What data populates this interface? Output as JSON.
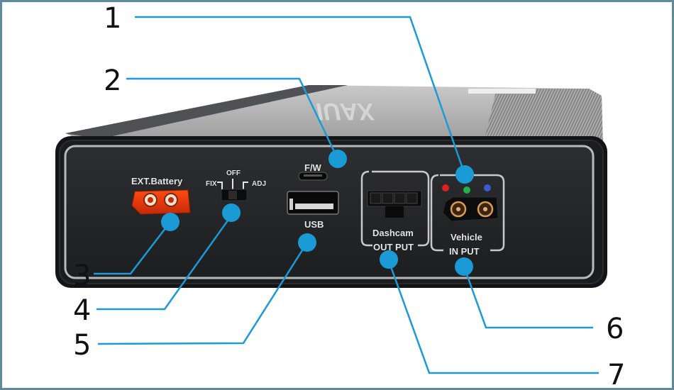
{
  "diagram": {
    "subject": "Battery pack front panel with numbered port callouts",
    "accent_color": "#1a9bd6",
    "frame_color": "#5d8a9c",
    "callouts": [
      {
        "number": "1",
        "target": "LED indicators (red, green, blue)"
      },
      {
        "number": "2",
        "target": "F/W port"
      },
      {
        "number": "3",
        "target": "EXT.Battery connector"
      },
      {
        "number": "4",
        "target": "FIX / OFF / ADJ switch"
      },
      {
        "number": "5",
        "target": "USB port"
      },
      {
        "number": "6",
        "target": "Vehicle IN PUT connector"
      },
      {
        "number": "7",
        "target": "Dashcam OUT PUT connector"
      }
    ],
    "panel_labels": {
      "ext_battery": "EXT.Battery",
      "switch_off": "OFF",
      "switch_fix": "FIX",
      "switch_adj": "ADJ",
      "fw": "F/W",
      "usb": "USB",
      "dashcam_line1": "Dashcam",
      "dashcam_line2": "OUT PUT",
      "vehicle_line1": "Vehicle",
      "vehicle_line2": "IN PUT"
    },
    "leds": [
      {
        "color": "#e02020"
      },
      {
        "color": "#22b04a"
      },
      {
        "color": "#3a5bd0"
      }
    ]
  }
}
